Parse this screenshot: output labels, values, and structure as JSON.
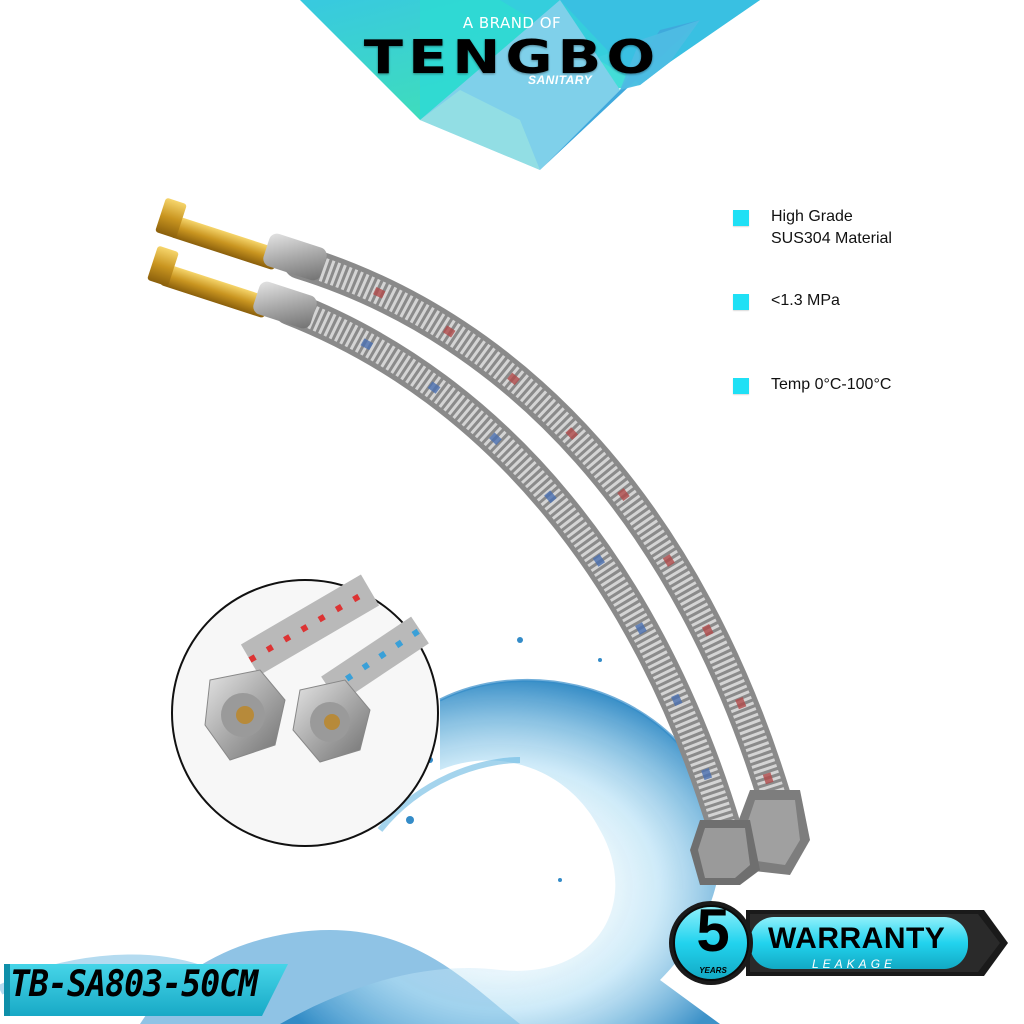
{
  "brand": {
    "prefix": "A BRAND OF",
    "name": "TENGBO",
    "sub": "SANITARY",
    "colors": {
      "teal": "#2fd7d0",
      "green": "#3ee6a6",
      "blue": "#3fa9dc",
      "light_blue": "#86d0ea"
    }
  },
  "features": [
    {
      "icon": "square-bullet-icon",
      "text": "High Grade\nSUS304 Material"
    },
    {
      "icon": "square-bullet-icon",
      "text": "<1.3 MPa"
    },
    {
      "icon": "square-bullet-icon",
      "text": "Temp 0°C-100°C"
    }
  ],
  "product": {
    "name": "braided stainless steel faucet hoses",
    "model": "TB-SA803-50CM",
    "accent_color": "#1fc3d9"
  },
  "warranty": {
    "years": "5",
    "years_label": "YEARS",
    "title": "WARRANTY",
    "subtitle": "LEAKAGE",
    "color": "#22d3ee"
  }
}
